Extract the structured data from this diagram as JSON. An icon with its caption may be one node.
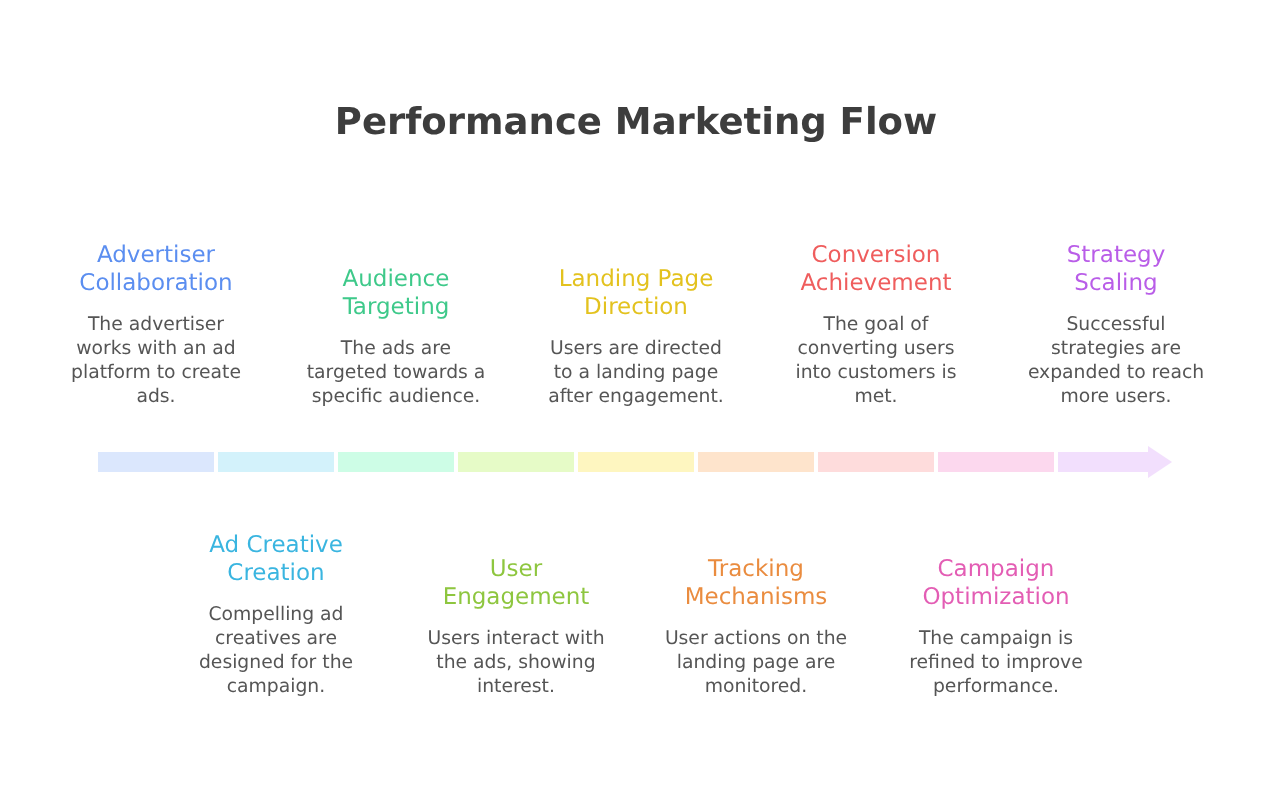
{
  "diagram": {
    "title": "Performance Marketing Flow",
    "nodes": [
      {
        "text": [],
        "shape": "bar",
        "beside": [
          "Advertiser Collaboration",
          "The advertiser works with an ad platform to create ads."
        ]
      },
      {
        "text": [],
        "shape": "bar",
        "beside": [
          "Ad Creative Creation",
          "Compelling ad creatives are designed for the campaign."
        ]
      },
      {
        "text": [],
        "shape": "bar",
        "beside": [
          "Audience Targeting",
          "The ads are targeted towards a specific audience."
        ]
      },
      {
        "text": [],
        "shape": "bar",
        "beside": [
          "User Engagement",
          "Users interact with the ads, showing interest."
        ]
      },
      {
        "text": [],
        "shape": "bar",
        "beside": [
          "Landing Page Direction",
          "Users are directed to a landing page after engagement."
        ]
      },
      {
        "text": [],
        "shape": "bar",
        "beside": [
          "Tracking Mechanisms",
          "User actions on the landing page are monitored."
        ]
      },
      {
        "text": [],
        "shape": "bar",
        "beside": [
          "Conversion Achievement",
          "The goal of converting users into customers is met."
        ]
      },
      {
        "text": [],
        "shape": "bar",
        "beside": [
          "Campaign Optimization",
          "The campaign is refined to improve performance."
        ]
      },
      {
        "text": [],
        "shape": "arrow",
        "beside": [
          "Strategy Scaling",
          "Successful strategies are expanded to reach more users."
        ]
      }
    ]
  }
}
